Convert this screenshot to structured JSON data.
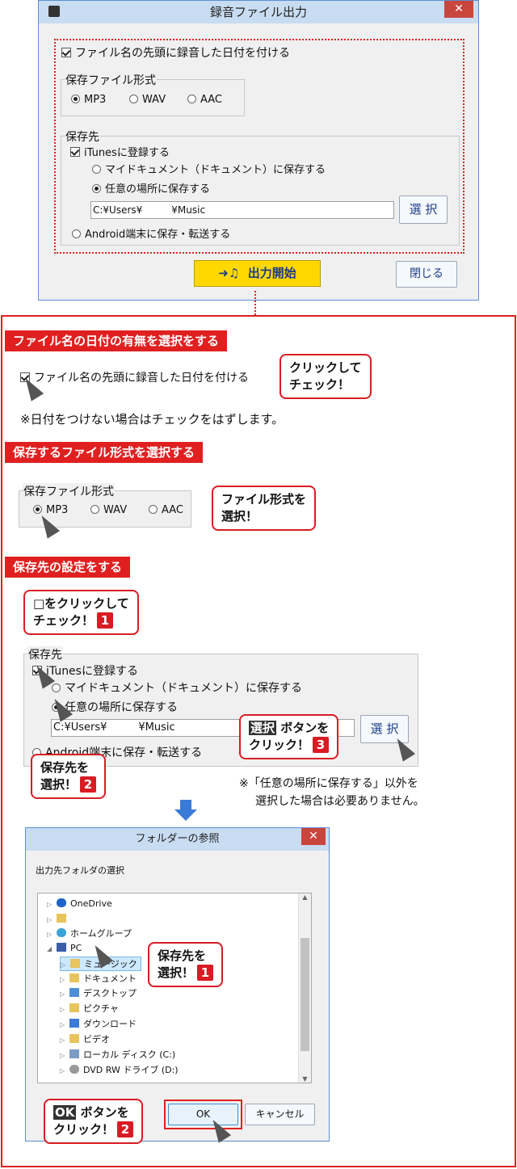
{
  "main_dialog": {
    "title": "録音ファイル出力",
    "close": "✕",
    "date_checkbox": "ファイル名の先頭に録音した日付を付ける",
    "format_group": "保存ファイル形式",
    "formats": [
      "MP3",
      "WAV",
      "AAC"
    ],
    "dest_group": "保存先",
    "itunes": "iTunesに登録する",
    "my_docs": "マイドキュメント（ドキュメント）に保存する",
    "any_place": "任意の場所に保存する",
    "path": "C:¥Users¥　　　¥Music",
    "select_btn": "選 択",
    "android": "Android端末に保存・転送する",
    "start_btn": "出力開始",
    "close_btn": "閉じる"
  },
  "section1": {
    "banner": "ファイル名の日付の有無を選択をする",
    "checkbox": "ファイル名の先頭に録音した日付を付ける",
    "bubble": [
      "クリックして",
      "チェック！"
    ],
    "note": "※日付をつけない場合はチェックをはずします。"
  },
  "section2": {
    "banner": "保存するファイル形式を選択する",
    "group": "保存ファイル形式",
    "formats": [
      "MP3",
      "WAV",
      "AAC"
    ],
    "bubble": [
      "ファイル形式を",
      "選択！"
    ]
  },
  "section3": {
    "banner": "保存先の設定をする",
    "bubble1": [
      "□をクリックして",
      "チェック！"
    ],
    "num1": "1",
    "group": "保存先",
    "itunes": "iTunesに登録する",
    "my_docs": "マイドキュメント（ドキュメント）に保存する",
    "any_place": "任意の場所に保存する",
    "path": "C:¥Users¥　　　¥Music",
    "android": "Android端末に保存・転送する",
    "select_btn": "選 択",
    "bubble2": [
      "保存先を",
      "選択！"
    ],
    "num2": "2",
    "bubble3_key": "選択",
    "bubble3": [
      "ボタンを",
      "クリック！"
    ],
    "num3": "3",
    "note": [
      "※「任意の場所に保存する」以外を",
      "選択した場合は必要ありません。"
    ]
  },
  "folder_dialog": {
    "title": "フォルダーの参照",
    "close": "✕",
    "subtitle": "出力先フォルダの選択",
    "tree": [
      "OneDrive",
      "",
      "ホームグループ",
      "PC",
      "ミュージック",
      "ドキュメント",
      "デスクトップ",
      "ピクチャ",
      "ダウンロード",
      "ビデオ",
      "ローカル ディスク (C:)",
      "DVD RW ドライブ (D:)"
    ],
    "ok": "OK",
    "cancel": "キャンセル",
    "bubble1": [
      "保存先を",
      "選択！"
    ],
    "num1": "1",
    "bubble2_key": "OK",
    "bubble2": [
      "ボタンを",
      "クリック！"
    ],
    "num2": "2"
  }
}
